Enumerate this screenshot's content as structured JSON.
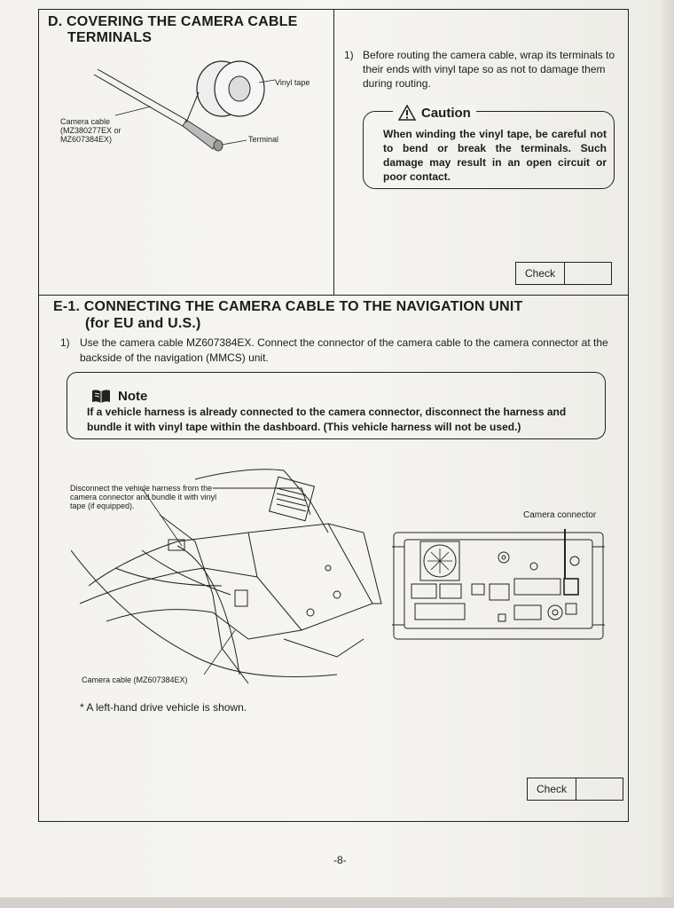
{
  "sectionD": {
    "title_line1": "D. COVERING THE CAMERA CABLE",
    "title_line2": "TERMINALS",
    "figure": {
      "vinyl_tape": "Vinyl tape",
      "terminal": "Terminal",
      "camera_cable": "Camera cable (MZ380277EX or MZ607384EX)"
    },
    "step_num": "1)",
    "step_text": "Before routing the camera cable, wrap its terminals to their ends with vinyl tape so as not to damage them during routing.",
    "caution": {
      "title": "Caution",
      "icon": "warning-triangle-icon",
      "text": "When winding the vinyl tape, be careful not to bend or break the terminals. Such damage may result in an open circuit or poor contact."
    },
    "check_label": "Check"
  },
  "sectionE": {
    "title_line1": "E-1. CONNECTING THE CAMERA CABLE TO THE NAVIGATION UNIT",
    "title_line2": "(for EU and U.S.)",
    "step_num": "1)",
    "step_text": "Use the camera cable MZ607384EX. Connect the connector of the camera cable to the camera connector at the backside of the navigation (MMCS) unit.",
    "note": {
      "title": "Note",
      "icon": "book-icon",
      "text": "If a vehicle harness is already connected to the camera connector, disconnect the harness and bundle it with vinyl tape within the dashboard. (This vehicle harness will not be used.)"
    },
    "figure": {
      "disconnect_label": "Disconnect the vehicle harness from the camera connector and bundle it with vinyl tape (if equipped).",
      "camera_cable_label": "Camera cable (MZ607384EX)",
      "camera_connector_label": "Camera connector"
    },
    "footnote": "* A left-hand drive vehicle is shown.",
    "check_label": "Check"
  },
  "page_number": "-8-"
}
